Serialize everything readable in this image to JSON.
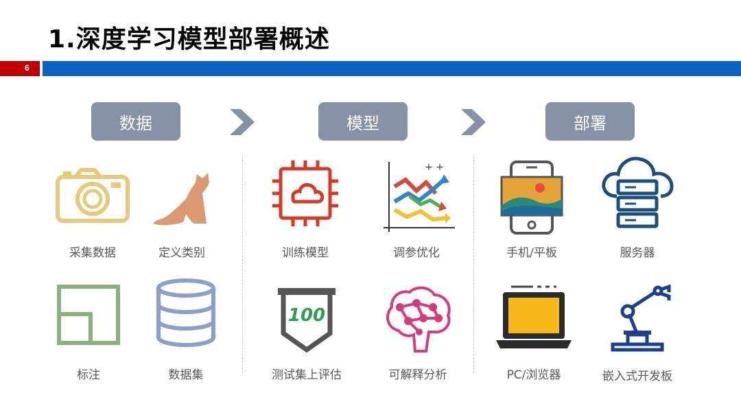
{
  "slide": {
    "title": "1.深度学习模型部署概述",
    "page_number": "6"
  },
  "stages": [
    "数据",
    "模型",
    "部署"
  ],
  "items": [
    {
      "label": "采集数据",
      "icon": "camera-icon"
    },
    {
      "label": "定义类别",
      "icon": "cat-icon"
    },
    {
      "label": "训练模型",
      "icon": "cloud-chip-icon"
    },
    {
      "label": "调参优化",
      "icon": "trend-chart-icon"
    },
    {
      "label": "手机/平板",
      "icon": "smartphone-icon"
    },
    {
      "label": "服务器",
      "icon": "cloud-server-icon"
    },
    {
      "label": "标注",
      "icon": "annotation-box-icon"
    },
    {
      "label": "数据集",
      "icon": "database-icon"
    },
    {
      "label": "测试集上评估",
      "icon": "score-shield-icon",
      "badge_text": "100"
    },
    {
      "label": "可解释分析",
      "icon": "neural-brain-icon"
    },
    {
      "label": "PC/浏览器",
      "icon": "laptop-icon"
    },
    {
      "label": "嵌入式开发板",
      "icon": "robot-arm-icon"
    }
  ],
  "colors": {
    "accent_blue": "#0b63c1",
    "accent_red": "#c00000",
    "stage_box": "#8592a6",
    "label_text": "#595959"
  }
}
